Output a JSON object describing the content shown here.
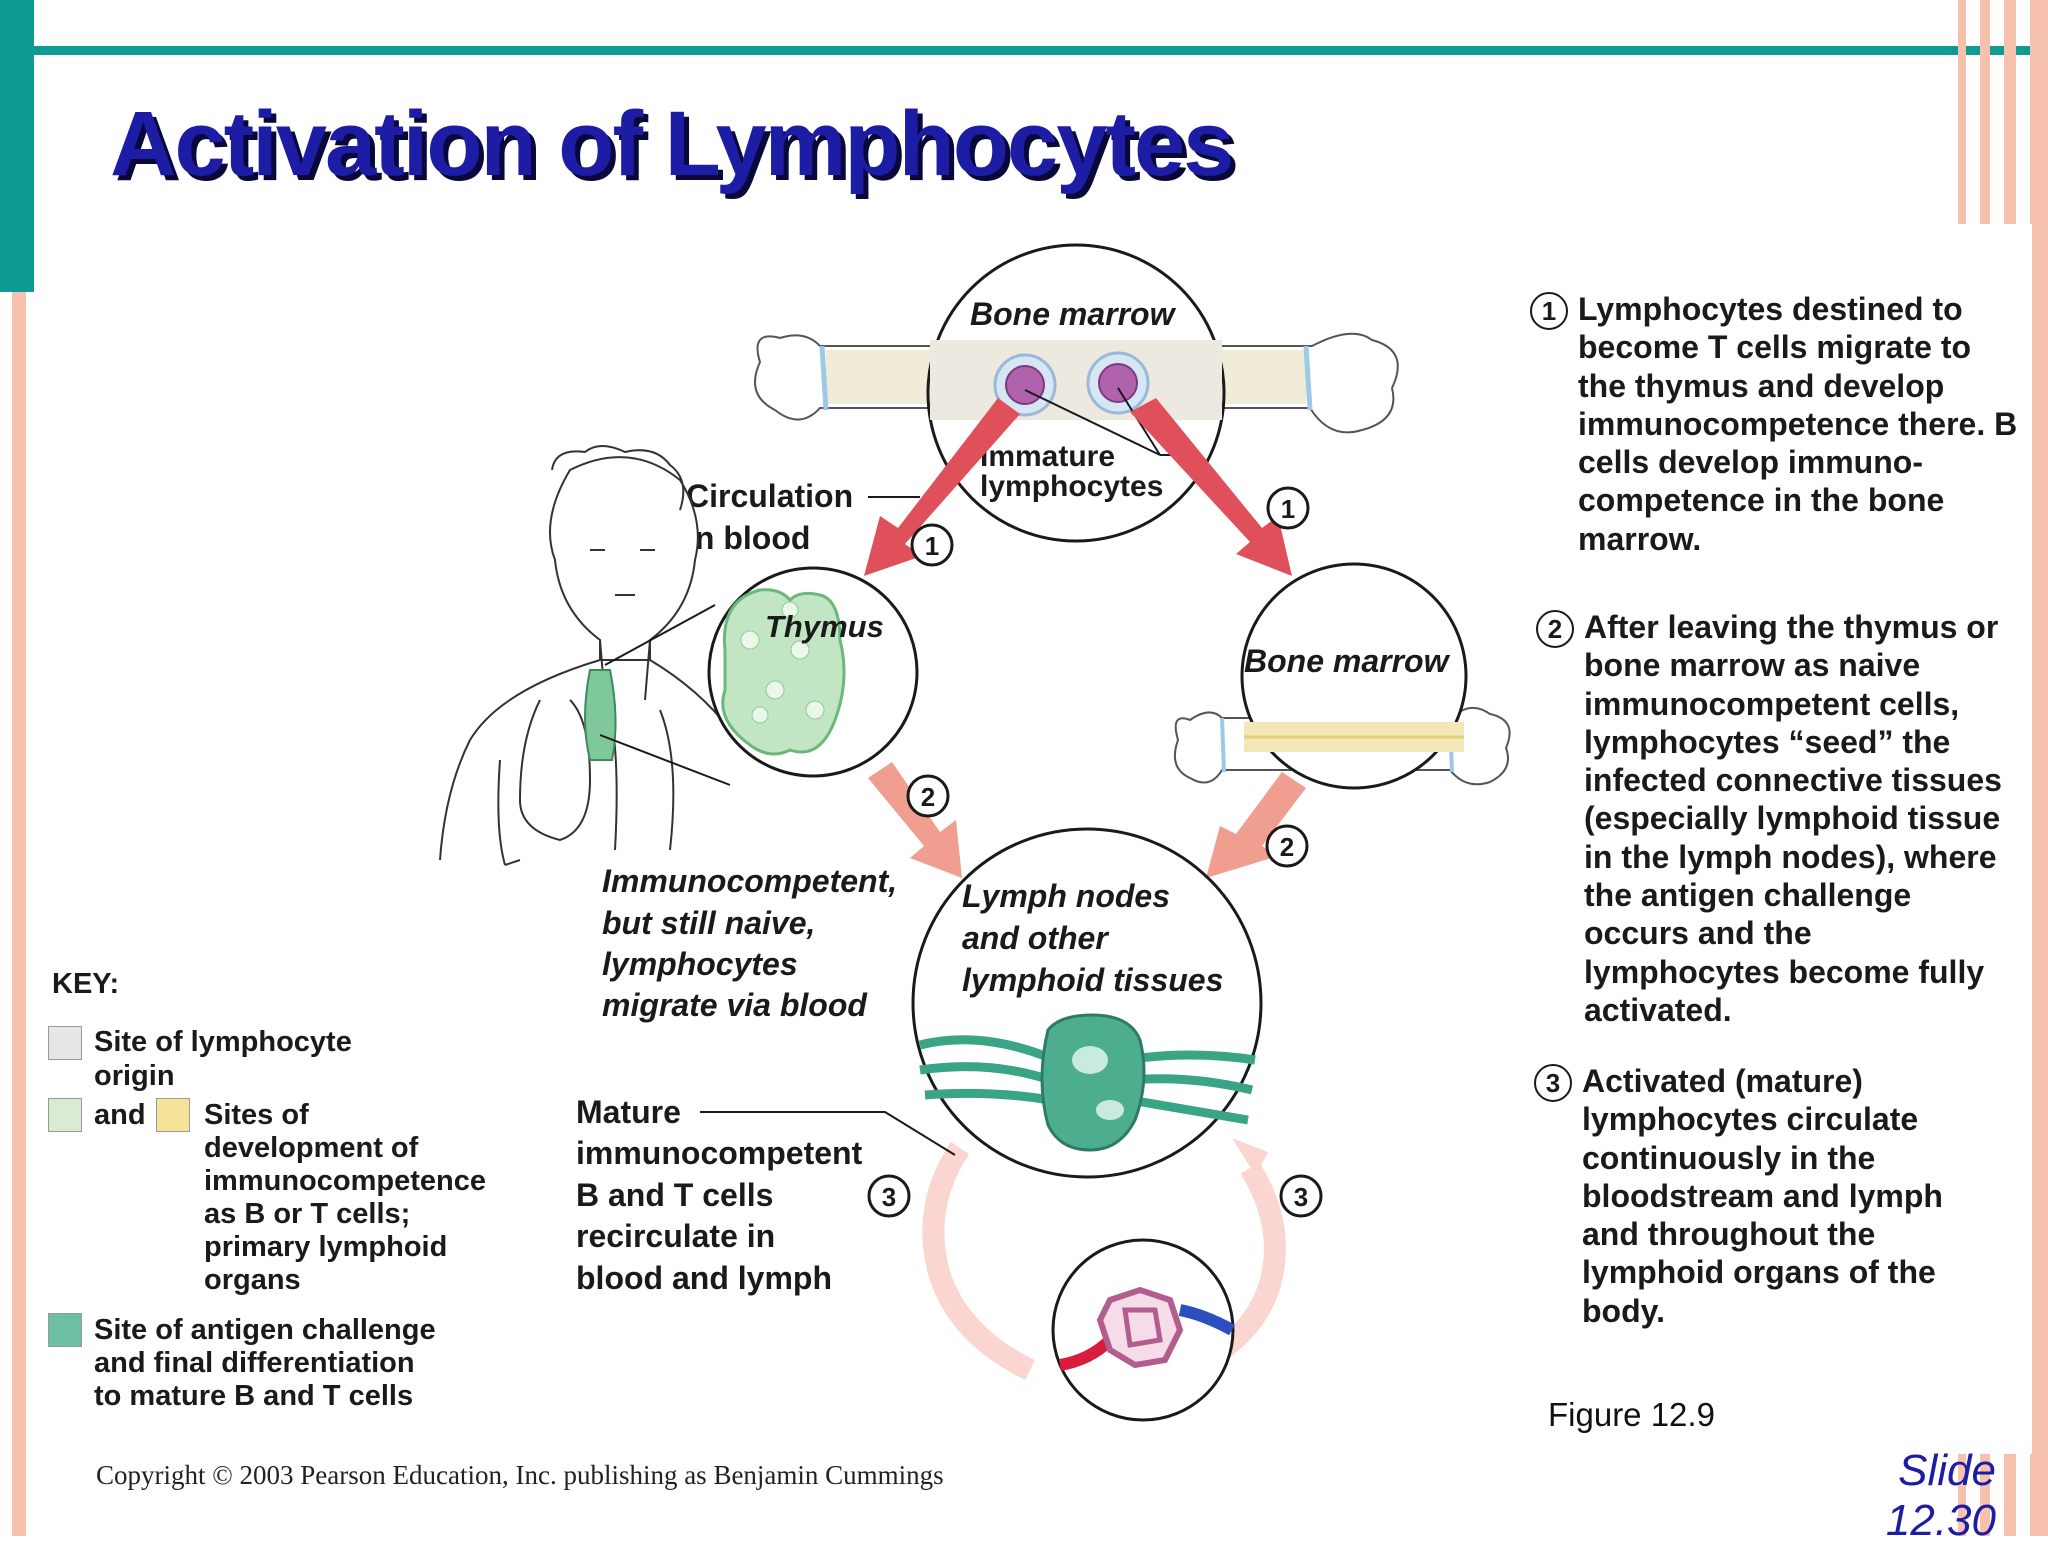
{
  "slide": {
    "title": "Activation of Lymphocytes",
    "copyright": "Copyright © 2003 Pearson Education, Inc. publishing as Benjamin Cummings",
    "figure_caption": "Figure 12.9",
    "slide_number": "Slide 12.30",
    "colors": {
      "accent_teal": "#0f9a93",
      "title_blue": "#1c1ca4",
      "border_salmon": "#f6c2ad"
    }
  },
  "diagram": {
    "labels": {
      "bone_marrow_top": "Bone marrow",
      "immature_line1": "Immature",
      "immature_line2": "lymphocytes",
      "circulation_line1": "Circulation",
      "circulation_line2": "in blood",
      "thymus": "Thymus",
      "bone_marrow_right": "Bone marrow",
      "lymph_line1": "Lymph nodes",
      "lymph_line2": "and other",
      "lymph_line3": "lymphoid tissues",
      "naive_line1": "Immunocompetent,",
      "naive_line2": "but still naive,",
      "naive_line3": "lymphocytes",
      "naive_line4": "migrate via blood",
      "mature_line1": "Mature",
      "mature_line2": "immunocompetent",
      "mature_line3": "B and T cells",
      "mature_line4": "recirculate in",
      "mature_line5": "blood and lymph"
    },
    "markers": {
      "one": "1",
      "two": "2",
      "three": "3"
    }
  },
  "steps": [
    {
      "num": "1",
      "text": "Lymphocytes destined to become T cells migrate to the thymus and develop immunocompetence there. B cells develop immuno-competence in the bone marrow."
    },
    {
      "num": "2",
      "text": "After leaving the thymus or bone marrow as naive immunocompetent cells, lymphocytes “seed” the infected connective tissues (especially lymphoid tissue in the lymph nodes), where the antigen challenge occurs and the lymphocytes become fully activated."
    },
    {
      "num": "3",
      "text": "Activated (mature) lymphocytes circulate continuously in the bloodstream and lymph and throughout the lymphoid organs of the body."
    }
  ],
  "key": {
    "heading": "KEY:",
    "origin_line1": "Site of lymphocyte",
    "origin_line2": "origin",
    "and_word": "and",
    "primary_line1": "Sites of",
    "primary_line2": "development of",
    "primary_line3": "immunocompetence",
    "primary_line4": "as B or T cells;",
    "primary_line5": "primary lymphoid",
    "primary_line6": "organs",
    "antigen_line1": "Site of antigen challenge",
    "antigen_line2": "and final differentiation",
    "antigen_line3": "to mature B and T cells",
    "swatch_colors": {
      "origin": "#e6e6e8",
      "primary_green": "#d9ecd2",
      "primary_yellow": "#f6e39a",
      "antigen": "#6dbfa6"
    }
  }
}
